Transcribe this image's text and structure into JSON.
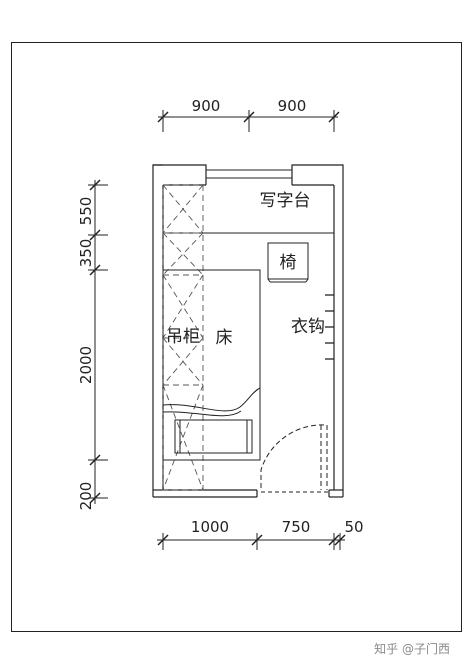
{
  "dimensions": {
    "top": [
      "900",
      "900"
    ],
    "bottom": [
      "1000",
      "750",
      "50"
    ],
    "left": [
      "550",
      "350",
      "2000",
      "200"
    ]
  },
  "labels": {
    "desk": "写字台",
    "chair": "椅",
    "hanging_cabinet": "吊柜",
    "bed": "床",
    "coat_hooks": "衣钩"
  },
  "watermark": "知乎 @子门西"
}
